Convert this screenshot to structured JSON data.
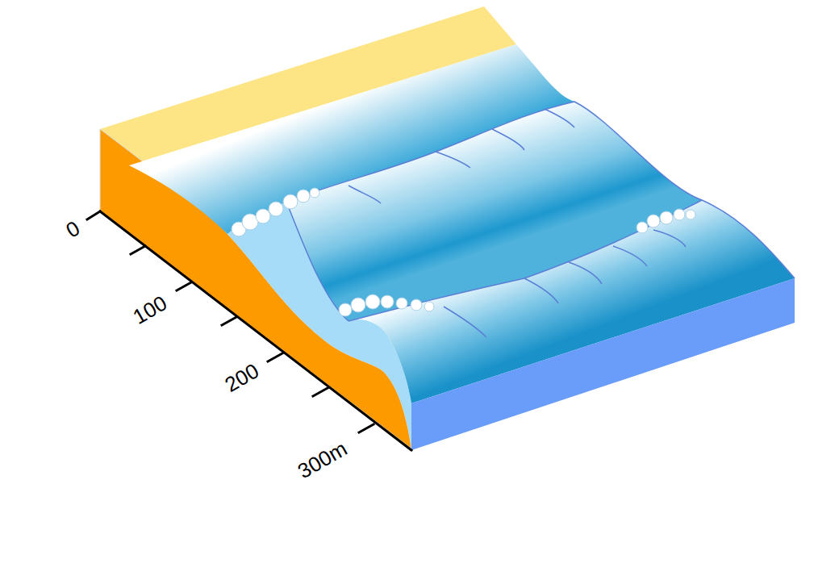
{
  "diagram": {
    "labels": [
      "0",
      "100",
      "200",
      "300m"
    ]
  }
}
